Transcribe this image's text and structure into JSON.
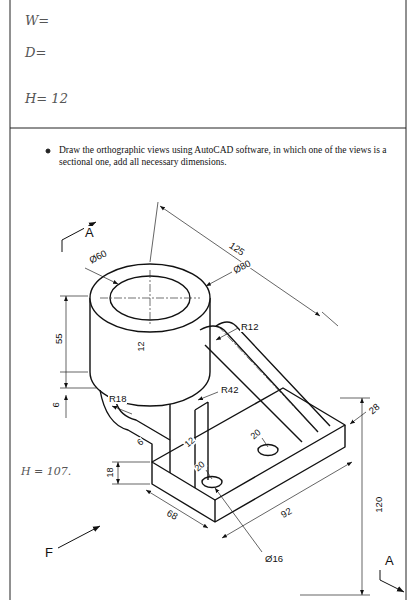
{
  "diagram": {
    "labels": [
      "W=",
      "D=",
      "H= 12",
      "Draw the orthographic views using AutoCAD software, in which one of the views is a sectional one, add all necessary dimensions.",
      "A",
      "125",
      "Ø60",
      "Ø80",
      "55",
      "6",
      "12",
      "R12",
      "R42",
      "R18",
      "6",
      "12",
      "18",
      "20",
      "20",
      "28",
      "120",
      "92",
      "68",
      "Ø16",
      "F",
      "A",
      "H = 107."
    ]
  }
}
